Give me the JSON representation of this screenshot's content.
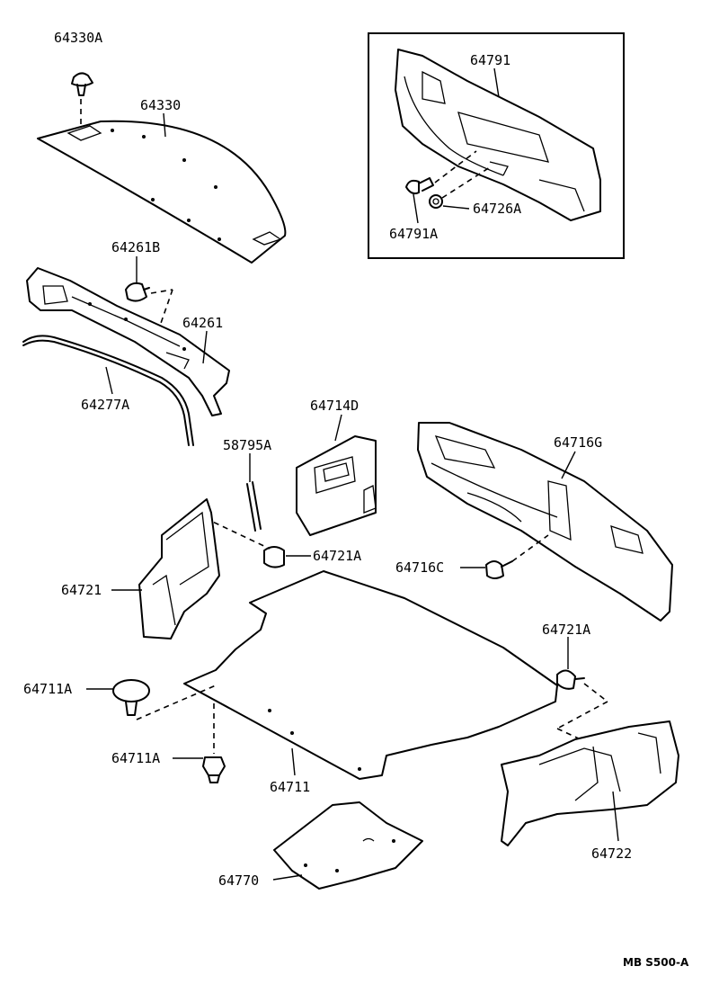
{
  "labels": {
    "p64330A": "64330A",
    "p64330": "64330",
    "p64791": "64791",
    "p64726A": "64726A",
    "p64791A": "64791A",
    "p64261B": "64261B",
    "p64261": "64261",
    "p64277A": "64277A",
    "p64714D": "64714D",
    "p58795A": "58795A",
    "p64716G": "64716G",
    "p64721A_left": "64721A",
    "p64716C": "64716C",
    "p64721": "64721",
    "p64721A_right": "64721A",
    "p64711A_top": "64711A",
    "p64711A_bottom": "64711A",
    "p64711": "64711",
    "p64722": "64722",
    "p64770": "64770"
  },
  "reference_code": "MB S500-A"
}
